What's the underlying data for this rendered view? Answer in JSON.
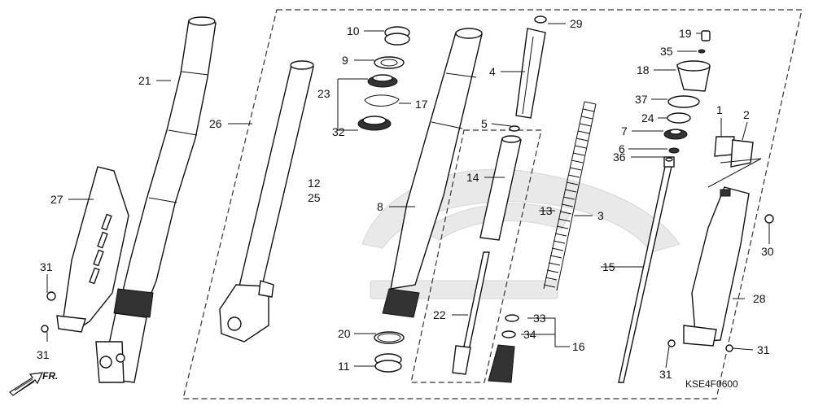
{
  "diagram": {
    "code": "KSE4F0600",
    "direction_label": "FR."
  },
  "labels": {
    "n1": "1",
    "n2": "2",
    "n3": "3",
    "n4": "4",
    "n5": "5",
    "n6": "6",
    "n7": "7",
    "n8": "8",
    "n9": "9",
    "n10": "10",
    "n11": "11",
    "n12": "12",
    "n25": "25",
    "n13": "13",
    "n14": "14",
    "n15": "15",
    "n16": "16",
    "n17": "17",
    "n18": "18",
    "n19": "19",
    "n20": "20",
    "n21": "21",
    "n22": "22",
    "n23": "23",
    "n24": "24",
    "n26": "26",
    "n27": "27",
    "n28": "28",
    "n29": "29",
    "n30": "30",
    "n31a": "31",
    "n31b": "31",
    "n31c": "31",
    "n31d": "31",
    "n32": "32",
    "n33": "33",
    "n34": "34",
    "n35": "35",
    "n36": "36",
    "n37": "37"
  }
}
